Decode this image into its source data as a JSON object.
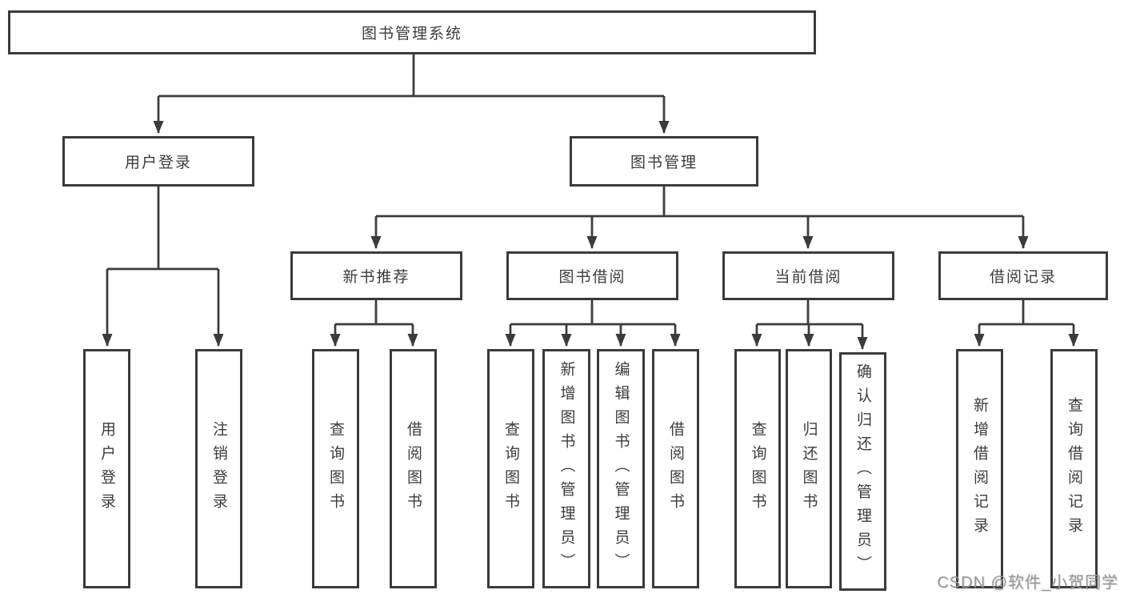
{
  "diagram": {
    "root": "图书管理系统",
    "branches": [
      {
        "label": "用户登录",
        "children": [
          "用户登录",
          "注销登录"
        ]
      },
      {
        "label": "图书管理",
        "children": [
          {
            "label": "新书推荐",
            "children": [
              "查询图书",
              "借阅图书"
            ]
          },
          {
            "label": "图书借阅",
            "children": [
              "查询图书",
              "新增图书（管理员）",
              "编辑图书（管理员）",
              "借阅图书"
            ]
          },
          {
            "label": "当前借阅",
            "children": [
              "查询图书",
              "归还图书",
              "确认归还（管理员）"
            ]
          },
          {
            "label": "借阅记录",
            "children": [
              "新增借阅记录",
              "查询借阅记录"
            ]
          }
        ]
      }
    ]
  },
  "watermark": "CSDN @软件_小贺同学",
  "colors": {
    "line": "#3b3b3b",
    "text": "#3c3c3c",
    "watermark": "#999999",
    "background": "#ffffff"
  }
}
